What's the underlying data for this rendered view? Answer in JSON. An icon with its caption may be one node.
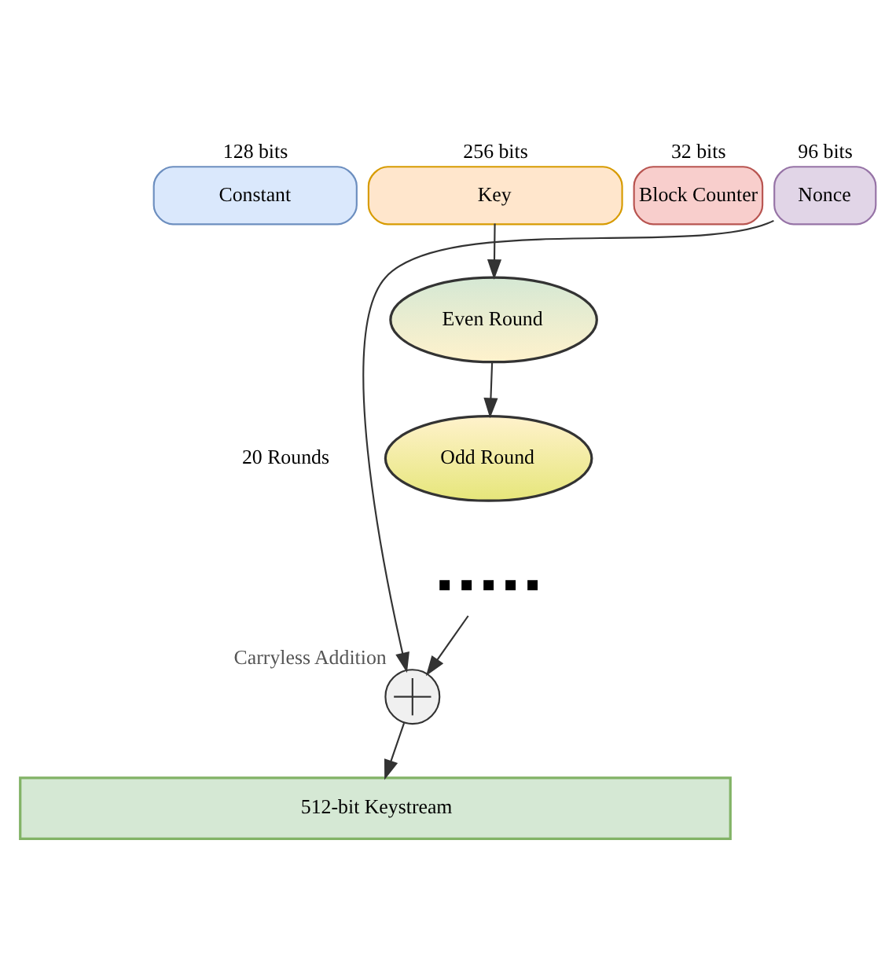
{
  "diagram": {
    "nodes": [
      {
        "text": [
          "Constant"
        ],
        "beside": [
          "128 bits"
        ]
      },
      {
        "text": [
          "Key"
        ],
        "beside": [
          "256 bits"
        ]
      },
      {
        "text": [
          "Block Counter"
        ],
        "beside": [
          "32 bits"
        ]
      },
      {
        "text": [
          "Nonce"
        ],
        "beside": [
          "96 bits"
        ]
      },
      {
        "text": [
          "Even Round"
        ]
      },
      {
        "text": [
          "Odd Round"
        ]
      },
      {
        "text": [],
        "shape": "dots"
      },
      {
        "text": [],
        "shape": "circle",
        "beside": [
          "Carryless Addition"
        ]
      },
      {
        "text": [
          "512-bit Keystream"
        ]
      }
    ],
    "edges": [
      {
        "from": 1,
        "to": 4,
        "arrow": "to"
      },
      {
        "from": 4,
        "to": 5,
        "arrow": "to"
      },
      {
        "from": 6,
        "to": 7,
        "arrow": "to"
      },
      {
        "from": 3,
        "to": 7,
        "arrow": "to"
      },
      {
        "from": 7,
        "to": 8,
        "arrow": "to"
      }
    ],
    "labels": [
      "20 Rounds"
    ]
  }
}
